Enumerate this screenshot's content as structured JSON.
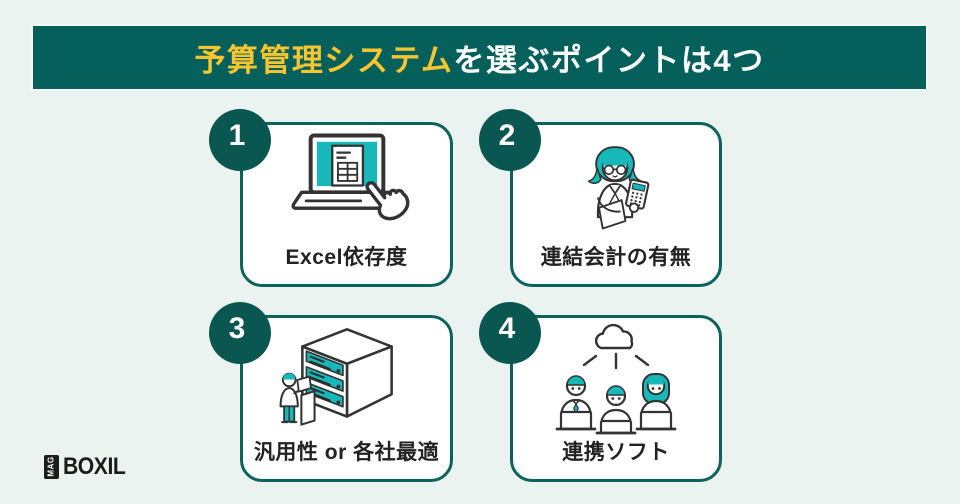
{
  "header": {
    "title_highlight": "予算管理システム",
    "title_rest": "を選ぶポイントは4つ"
  },
  "cards": [
    {
      "number": "1",
      "label": "Excel依存度",
      "icon": "laptop-spreadsheet-icon"
    },
    {
      "number": "2",
      "label": "連結会計の有無",
      "icon": "accountant-calculator-icon"
    },
    {
      "number": "3",
      "label": "汎用性 or 各社最適",
      "icon": "server-cabinet-person-icon"
    },
    {
      "number": "4",
      "label": "連携ソフト",
      "icon": "cloud-connected-team-icon"
    }
  ],
  "footer": {
    "logo_badge": "MAG",
    "logo_text": "BOXIL"
  },
  "colors": {
    "background": "#eaf3f0",
    "banner_background": "#05605c",
    "title_highlight": "#f7c52f",
    "title_text": "#ffffff",
    "badge_background": "#0a5751",
    "card_border": "#0c635d",
    "icon_accent_teal": "#16b8ba",
    "icon_outline": "#333333",
    "label_text": "#222222",
    "logo_color": "#1c1c1a"
  }
}
